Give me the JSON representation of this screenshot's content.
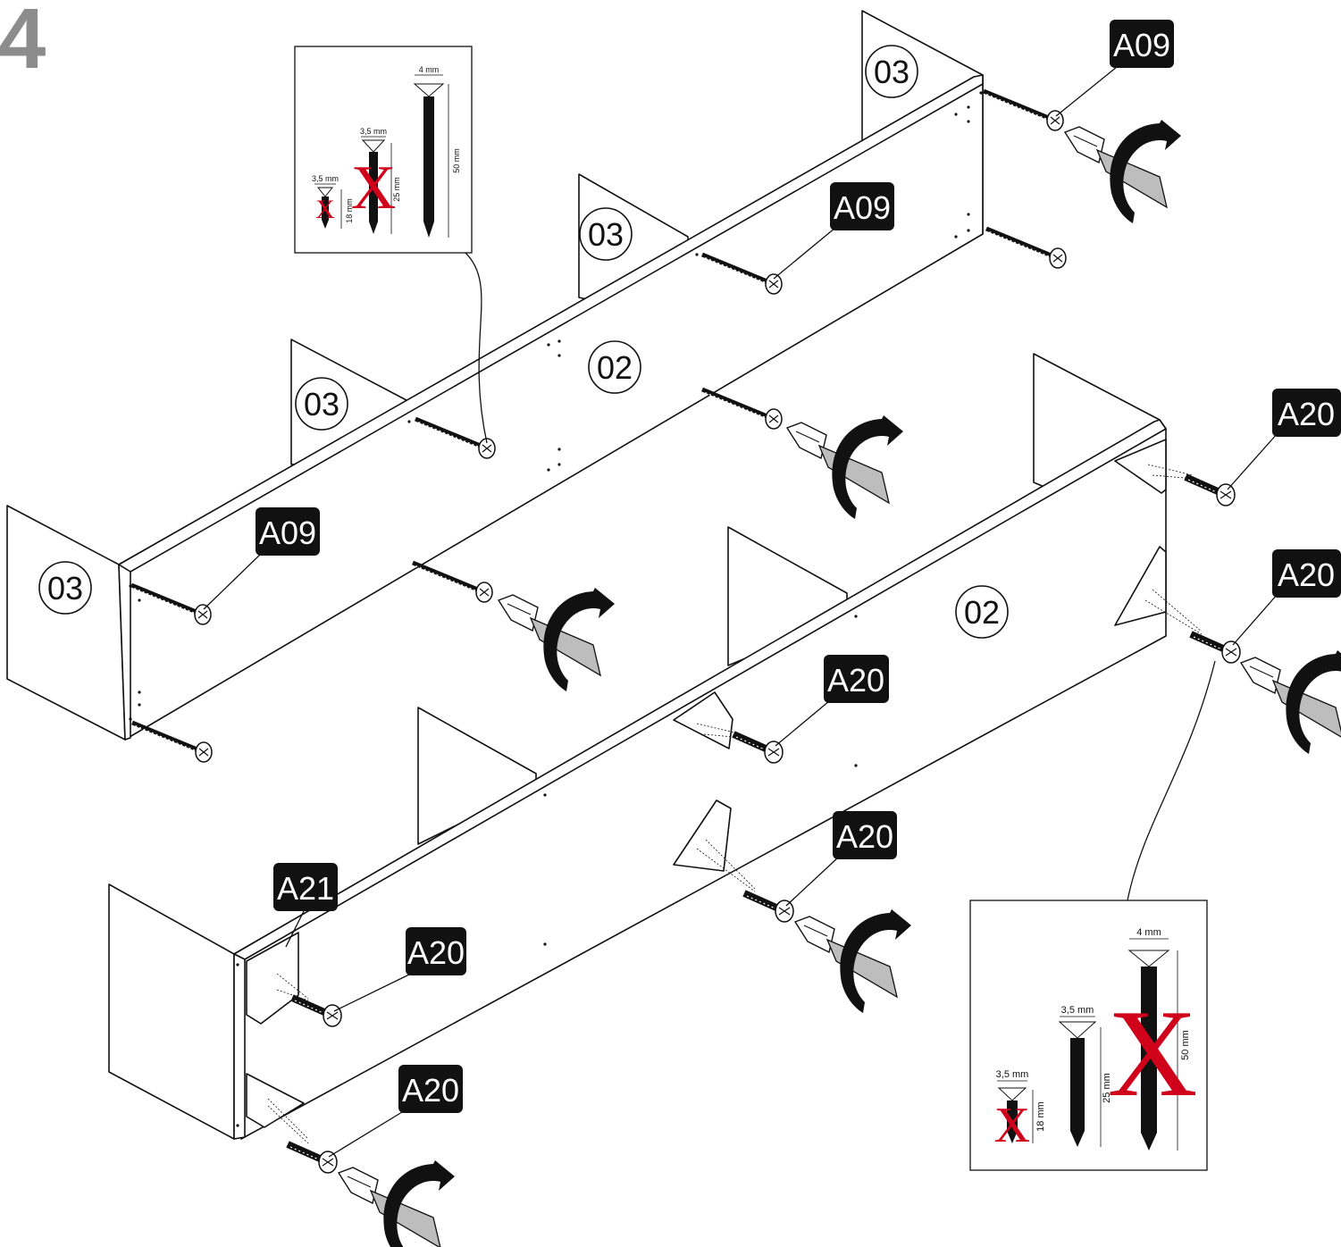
{
  "step_number": "4",
  "part_labels": {
    "side_panel": "03",
    "long_panel": "02"
  },
  "hardware_tags": {
    "wood_screw": "A09",
    "angle_screw": "A20",
    "corner_block": "A21"
  },
  "screw_chart": {
    "small_diameter": "3,5 mm",
    "small_length": "18 mm",
    "medium_diameter": "3,5 mm",
    "medium_length": "25 mm",
    "large_diameter": "4 mm",
    "large_length": "50 mm",
    "reject_mark": "X"
  },
  "colors": {
    "step_number": "#8c8c8c",
    "tag_background": "#111111",
    "tag_text": "#ffffff",
    "reject_mark": "#d0021b",
    "screwdriver_grey": "#bdbdbd"
  }
}
